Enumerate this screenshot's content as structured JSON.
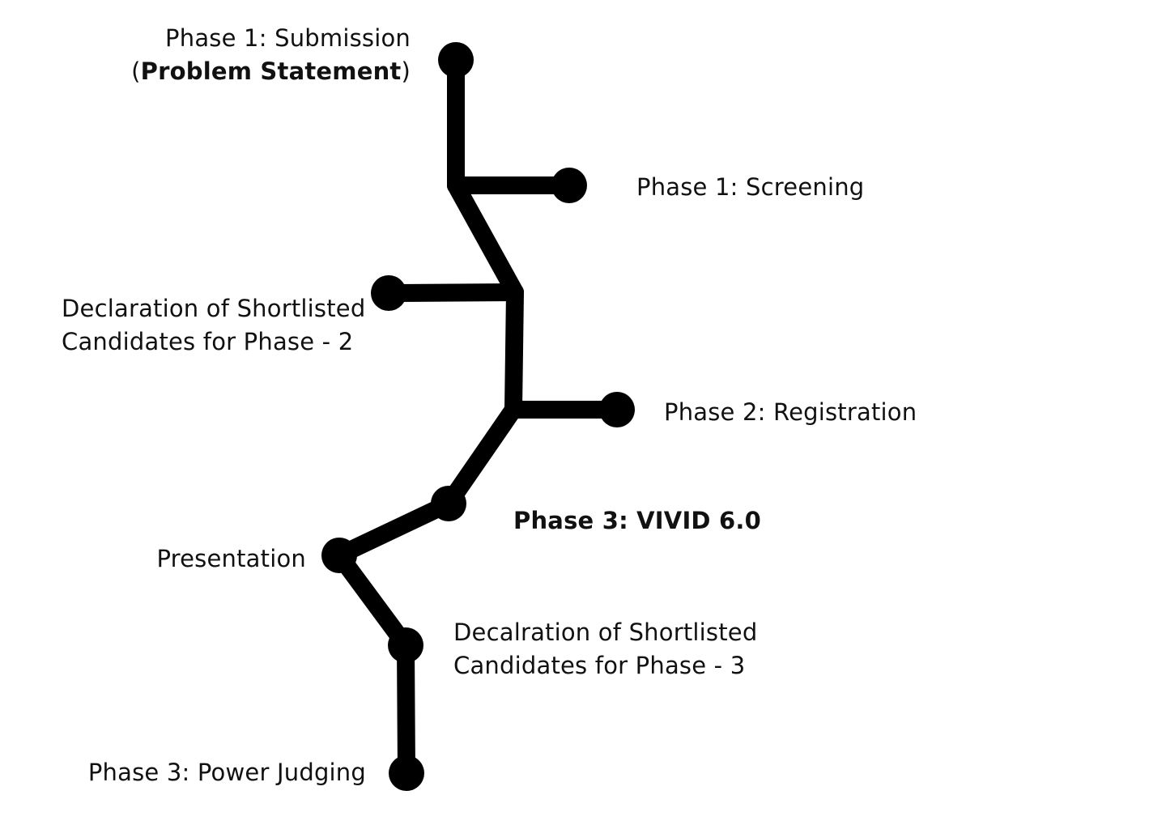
{
  "diagram": {
    "line_color": "#000000",
    "node_color": "#000000",
    "text_color": "#111111",
    "stages": {
      "submission": {
        "prefix": "Phase 1: Submission",
        "paren_open": "(",
        "bold_part": "Problem Statement",
        "paren_close": ")"
      },
      "screening": "Phase 1: Screening",
      "declaration_2": {
        "line1": "Declaration of Shortlisted",
        "line2": "Candidates for Phase - 2"
      },
      "registration": "Phase 2: Registration",
      "vivid": "Phase 3: VIVID 6.0",
      "presentation": "Presentation",
      "declaration_3": {
        "line1": "Decalration of Shortlisted",
        "line2": "Candidates for Phase - 3"
      },
      "power_judging": "Phase 3: Power Judging"
    }
  }
}
